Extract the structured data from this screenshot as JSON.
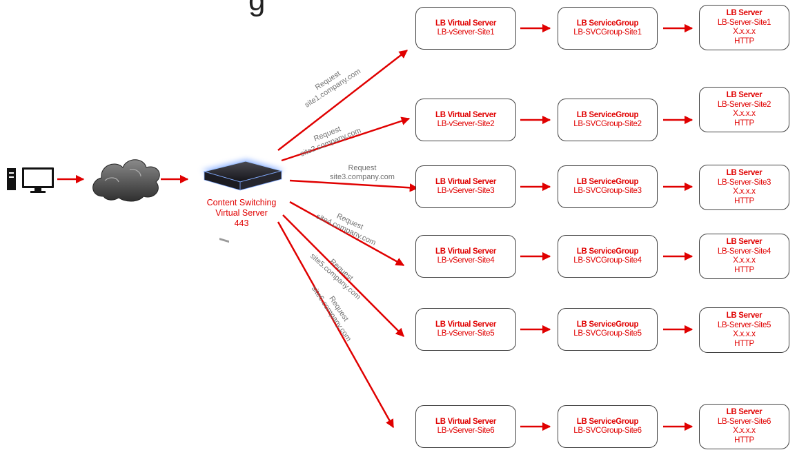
{
  "title_fragment": "g",
  "cs_server": {
    "line1": "Content Switching",
    "line2": "Virtual Server",
    "line3": "443"
  },
  "sites": [
    {
      "request_word": "Request",
      "request_host": "site1.company.com",
      "vserver_title": "LB Virtual Server",
      "vserver_name": "LB-vServer-Site1",
      "group_title": "LB ServiceGroup",
      "group_name": "LB-SVCGroup-Site1",
      "server_title": "LB Server",
      "server_name": "LB-Server-Site1",
      "server_ip": "X.x.x.x",
      "server_proto": "HTTP"
    },
    {
      "request_word": "Request",
      "request_host": "site2.company.com",
      "vserver_title": "LB Virtual Server",
      "vserver_name": "LB-vServer-Site2",
      "group_title": "LB ServiceGroup",
      "group_name": "LB-SVCGroup-Site2",
      "server_title": "LB Server",
      "server_name": "LB-Server-Site2",
      "server_ip": "X.x.x.x",
      "server_proto": "HTTP"
    },
    {
      "request_word": "Request",
      "request_host": "site3.company.com",
      "vserver_title": "LB Virtual Server",
      "vserver_name": "LB-vServer-Site3",
      "group_title": "LB ServiceGroup",
      "group_name": "LB-SVCGroup-Site3",
      "server_title": "LB Server",
      "server_name": "LB-Server-Site3",
      "server_ip": "X.x.x.x",
      "server_proto": "HTTP"
    },
    {
      "request_word": "Request",
      "request_host": "site4.company.com",
      "vserver_title": "LB Virtual Server",
      "vserver_name": "LB-vServer-Site4",
      "group_title": "LB ServiceGroup",
      "group_name": "LB-SVCGroup-Site4",
      "server_title": "LB Server",
      "server_name": "LB-Server-Site4",
      "server_ip": "X.x.x.x",
      "server_proto": "HTTP"
    },
    {
      "request_word": "Request",
      "request_host": "site5.company.com",
      "vserver_title": "LB Virtual Server",
      "vserver_name": "LB-vServer-Site5",
      "group_title": "LB ServiceGroup",
      "group_name": "LB-SVCGroup-Site5",
      "server_title": "LB Server",
      "server_name": "LB-Server-Site5",
      "server_ip": "X.x.x.x",
      "server_proto": "HTTP"
    },
    {
      "request_word": "Request",
      "request_host": "site6.company.com",
      "vserver_title": "LB Virtual Server",
      "vserver_name": "LB-vServer-Site6",
      "group_title": "LB ServiceGroup",
      "group_name": "LB-SVCGroup-Site6",
      "server_title": "LB Server",
      "server_name": "LB-Server-Site6",
      "server_ip": "X.x.x.x",
      "server_proto": "HTTP"
    }
  ],
  "colors": {
    "arrow": "#e00000",
    "label_text": "#e00000",
    "request_text": "#707070",
    "box_border": "#3f3f3f"
  },
  "icons": [
    "desktop-computer-icon",
    "cloud-icon",
    "network-appliance-icon"
  ]
}
